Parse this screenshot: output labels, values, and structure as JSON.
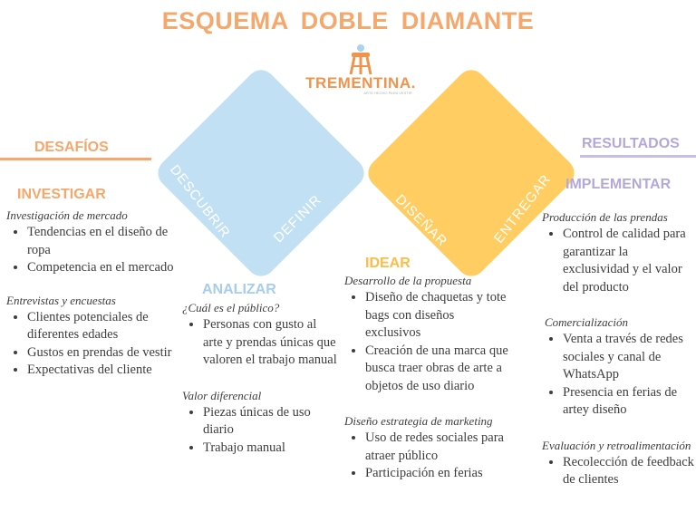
{
  "title": "ESQUEMA  DOBLE DIAMANTE",
  "logo": {
    "name": "TREMENTINA.",
    "tagline": "ARTE HECHO PARA VESTIR"
  },
  "colors": {
    "orange": "#f5a76c",
    "blue_diamond": "#c2e0f4",
    "yellow_diamond": "#ffcd61",
    "purple": "#b4a8d8"
  },
  "diamond_labels": {
    "descubrir": "DESCUBRIR",
    "definir": "DEFINIR",
    "disenar": "DISEÑAR",
    "entregar": "ENTREGAR"
  },
  "desafios": "DESAFÍOS",
  "resultados": "RESULTADOS",
  "investigar": {
    "label": "INVESTIGAR",
    "groups": [
      {
        "heading": "Investigación de mercado",
        "items": [
          "Tendencias en el diseño de ropa",
          "Competencia en el mercado"
        ]
      },
      {
        "heading": "Entrevistas y encuestas",
        "items": [
          "Clientes potenciales de diferentes edades",
          "Gustos en prendas de vestir",
          "Expectativas del cliente"
        ]
      }
    ]
  },
  "analizar": {
    "label": "ANALIZAR",
    "groups": [
      {
        "heading": "¿Cuál es el público?",
        "items": [
          "Personas con gusto al arte y prendas únicas que valoren el trabajo manual"
        ]
      },
      {
        "heading": "Valor diferencial",
        "items": [
          "Piezas únicas de uso diario",
          "Trabajo manual"
        ]
      }
    ]
  },
  "idear": {
    "label": "IDEAR",
    "groups": [
      {
        "heading": "Desarrollo de la propuesta",
        "items": [
          "Diseño de chaquetas y tote bags con diseños exclusivos",
          "Creación de una marca que busca traer obras de arte a objetos de uso diario"
        ]
      },
      {
        "heading": "Diseño estrategia de marketing",
        "items": [
          "Uso de redes sociales para atraer público",
          "Participación en ferias"
        ]
      }
    ]
  },
  "implementar": {
    "label": "IMPLEMENTAR",
    "groups": [
      {
        "heading": "Producción de las prendas",
        "items": [
          "Control de calidad para garantizar la exclusividad y el valor del producto"
        ]
      },
      {
        "heading": "Comercialización",
        "items": [
          "Venta a través de redes sociales y canal de WhatsApp",
          "Presencia en ferias de artey diseño"
        ]
      },
      {
        "heading": "Evaluación y retroalimentación",
        "items": [
          "Recolección de feedback de clientes"
        ]
      }
    ]
  }
}
